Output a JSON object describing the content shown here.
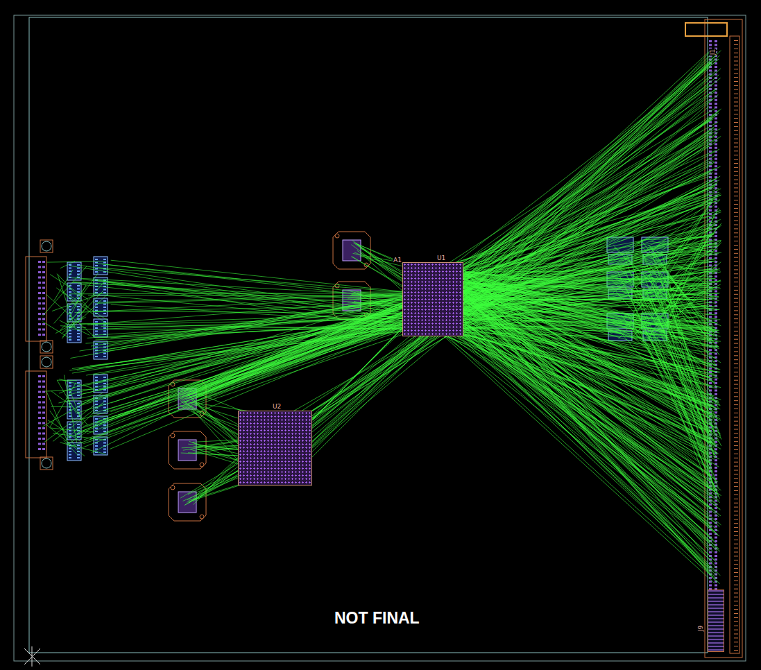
{
  "diagram": {
    "nodes": [
      {
        "text": [
          "U1"
        ]
      },
      {
        "text": [
          "U2"
        ]
      },
      {
        "text": [
          "J1"
        ]
      },
      {
        "text": [
          "J9"
        ]
      }
    ],
    "edges": [
      {
        "from": 0,
        "to": 2,
        "arrow": "none"
      },
      {
        "from": 1,
        "to": 0,
        "arrow": "none"
      }
    ],
    "labels": [
      "A1",
      "NOT FINAL"
    ]
  }
}
